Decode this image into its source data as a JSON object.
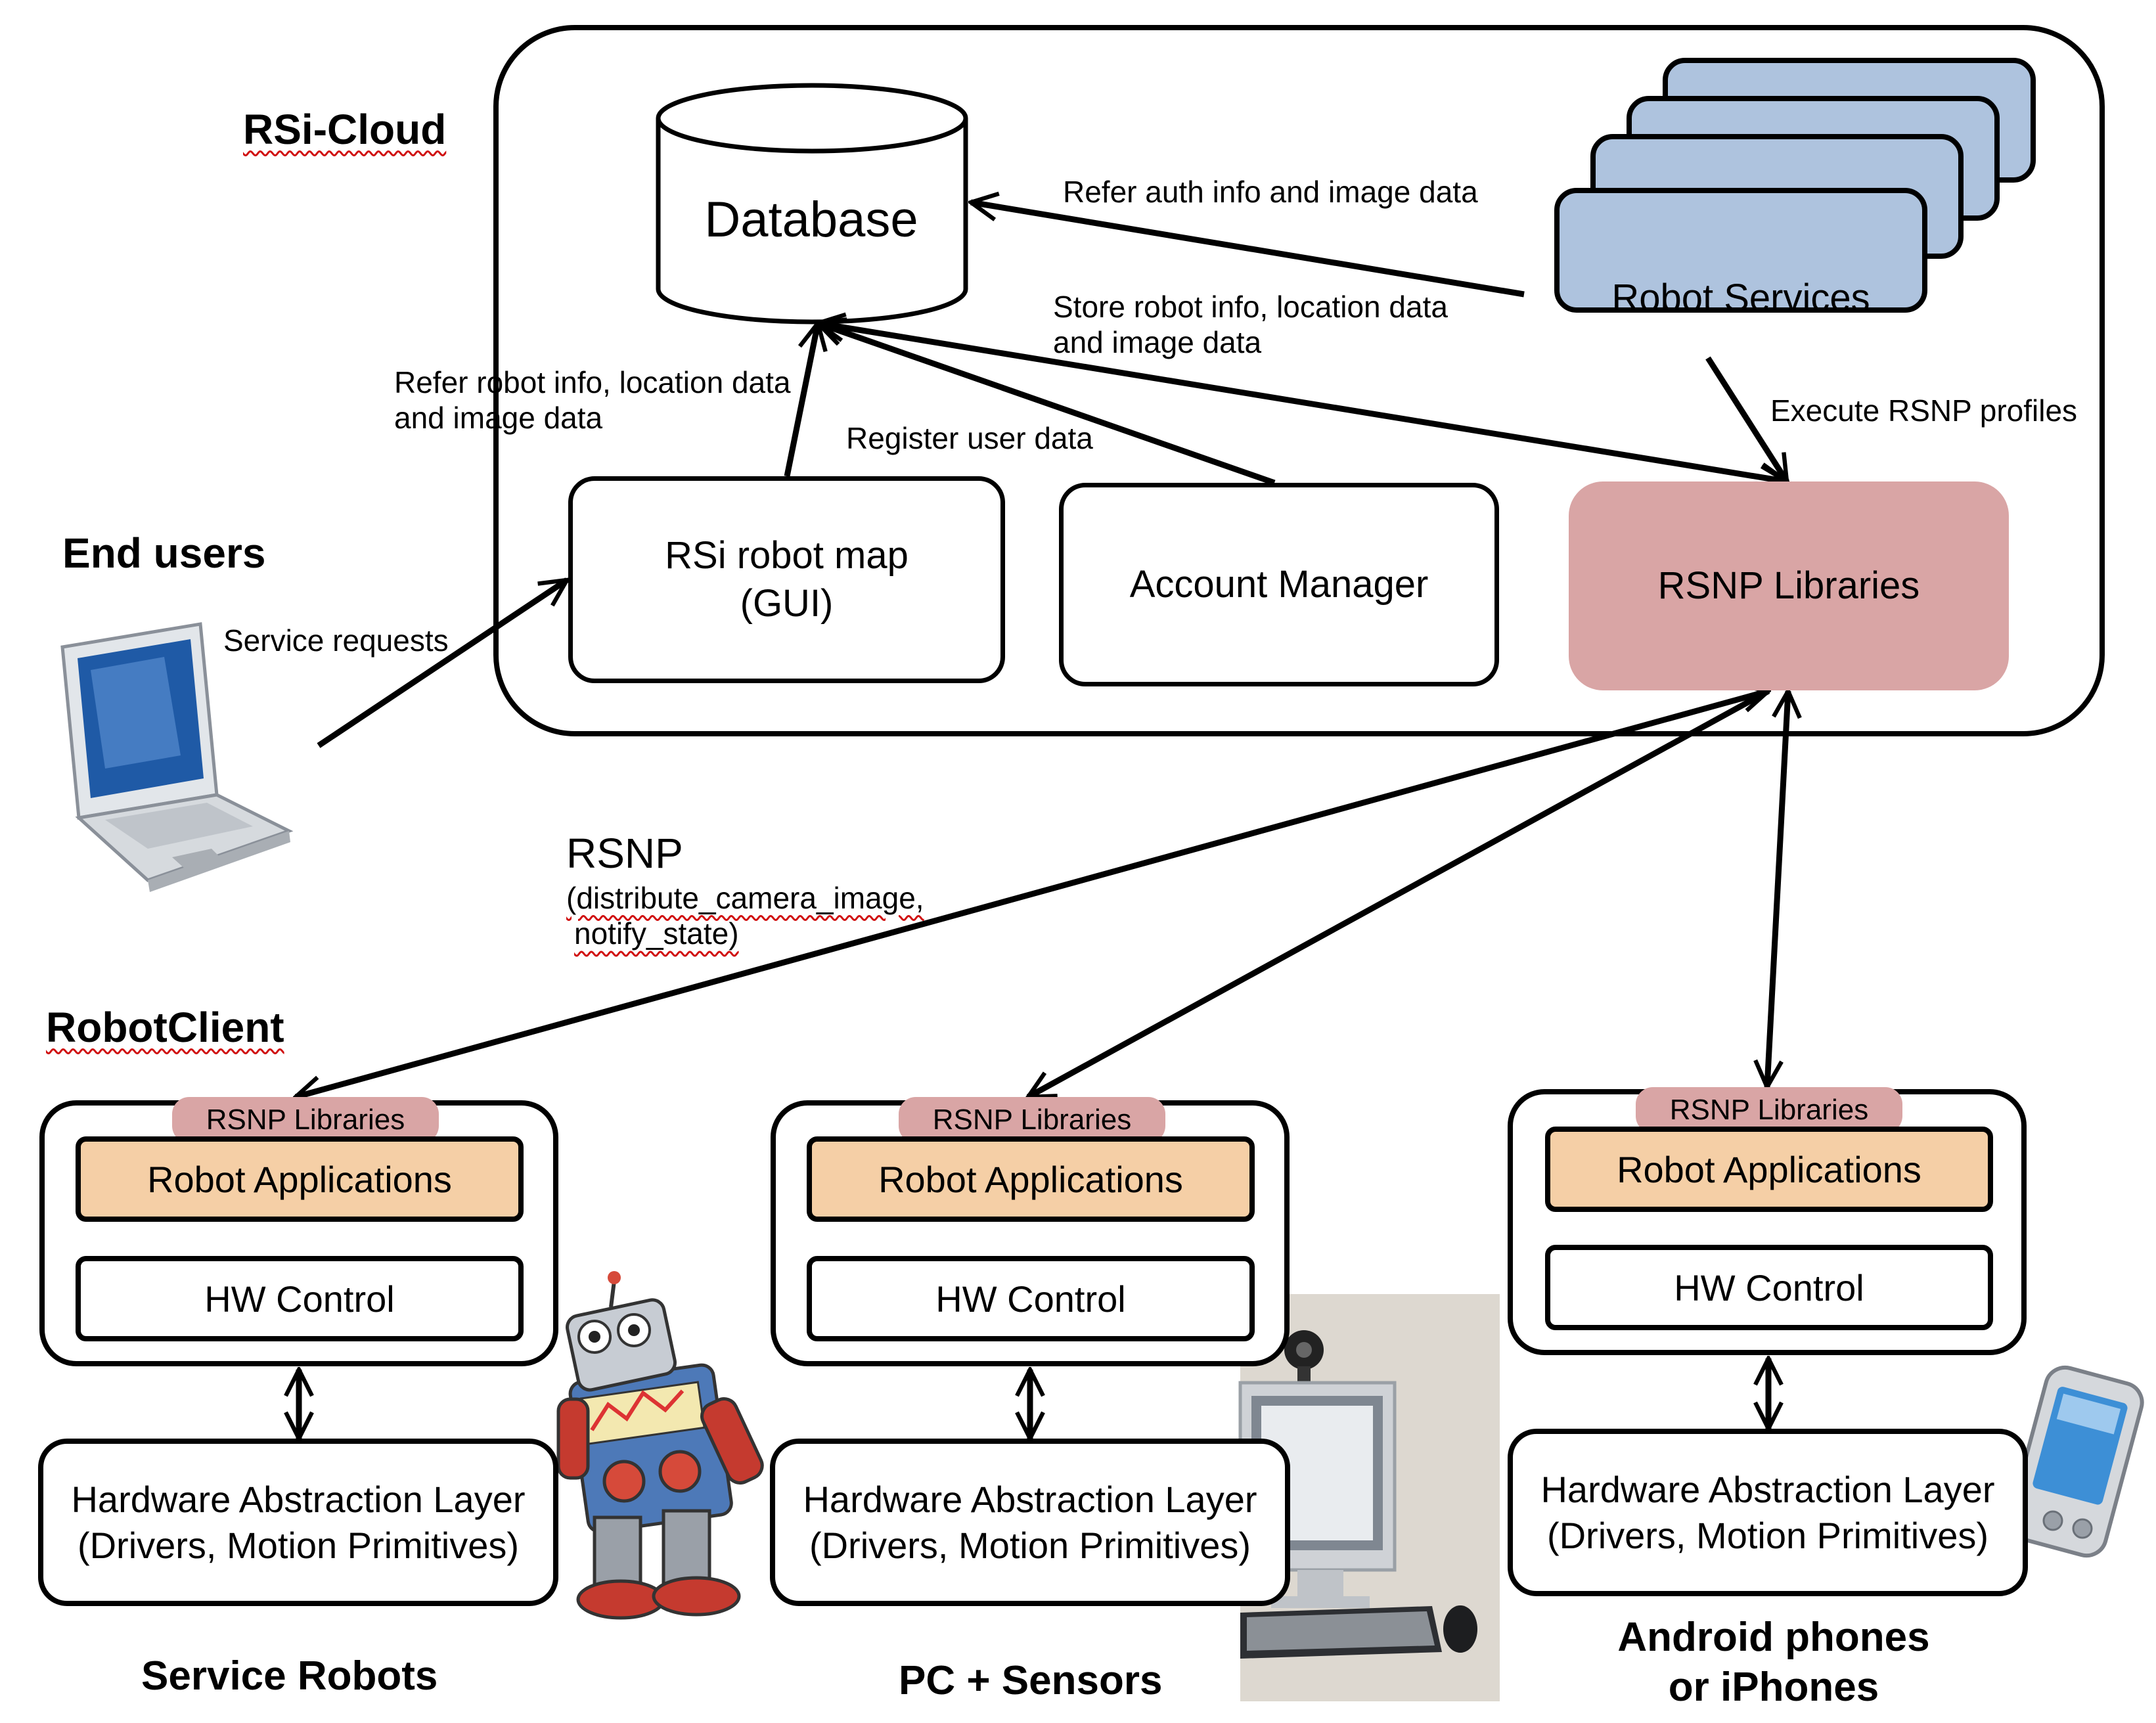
{
  "sections": {
    "cloud": "RSi-Cloud",
    "end_users": "End users",
    "robot_client": "RobotClient"
  },
  "cloud": {
    "database": "Database",
    "robot_map_line1": "RSi robot map",
    "robot_map_line2": "(GUI)",
    "account_manager": "Account Manager",
    "rsnp_libraries": "RSNP Libraries",
    "robot_services": "Robot Services"
  },
  "edges": {
    "refer_auth": "Refer auth info and image data",
    "store_line1": "Store robot info, location data",
    "store_line2": "and image data",
    "refer_robot_line1": "Refer robot info, location data",
    "refer_robot_line2": "and image data",
    "register_user": "Register user data",
    "execute_profiles": "Execute RSNP profiles",
    "service_requests": "Service requests",
    "rsnp_title": "RSNP",
    "rsnp_detail_line1": "(distribute_camera_image,",
    "rsnp_detail_line2": "notify_state)"
  },
  "clients": [
    {
      "pill": "RSNP Libraries",
      "apps": "Robot Applications",
      "hw": "HW Control",
      "hal_line1": "Hardware Abstraction Layer",
      "hal_line2": "(Drivers, Motion Primitives)",
      "caption": "Service Robots"
    },
    {
      "pill": "RSNP Libraries",
      "apps": "Robot Applications",
      "hw": "HW Control",
      "hal_line1": "Hardware Abstraction Layer",
      "hal_line2": "(Drivers, Motion Primitives)",
      "caption": "PC + Sensors"
    },
    {
      "pill": "RSNP Libraries",
      "apps": "Robot Applications",
      "hw": "HW Control",
      "hal_line1": "Hardware Abstraction Layer",
      "hal_line2": "(Drivers, Motion Primitives)",
      "caption_line1": "Android phones",
      "caption_line2": "or iPhones"
    }
  ],
  "colors": {
    "rsnp_pink": "#d9a5a5",
    "robot_services_blue": "#aec3de",
    "robot_apps_orange": "#f5cfa6",
    "spellcheck_red": "#d01010"
  },
  "icons": {
    "laptop": "laptop-icon",
    "robot": "toy-robot-icon",
    "pc": "desktop-pc-icon",
    "phone": "smartphone-icon"
  }
}
